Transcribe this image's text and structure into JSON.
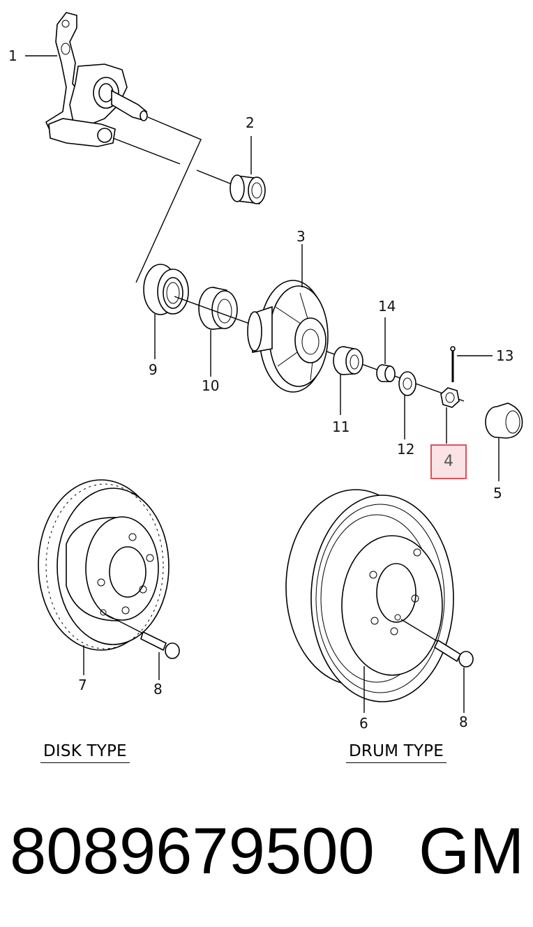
{
  "callouts": {
    "c1": "1",
    "c2": "2",
    "c3": "3",
    "c4": "4",
    "c5": "5",
    "c6": "6",
    "c7": "7",
    "c8a": "8",
    "c8b": "8",
    "c9": "9",
    "c10": "10",
    "c11": "11",
    "c12": "12",
    "c13": "13",
    "c14": "14"
  },
  "highlight_color": "#e0505a",
  "labels": {
    "disk": "DISK TYPE",
    "drum": "DRUM TYPE"
  },
  "footer": {
    "part_number": "8089679500",
    "brand": "GM"
  }
}
